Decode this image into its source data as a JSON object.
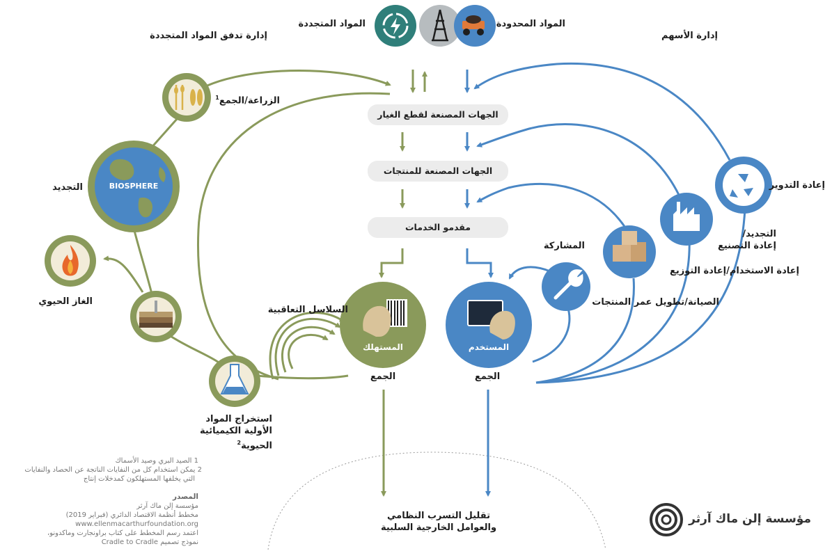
{
  "colors": {
    "green": "#8a9a5b",
    "blue": "#4a87c5",
    "teal": "#2f7f7a",
    "dark": "#1e1e1e",
    "box": "#ececec"
  },
  "top": {
    "renewables_label": "المواد المتجددة",
    "finite_label": "المواد المحدودة",
    "renewables_flow_mgmt": "إدارة تدفق المواد المتجددة",
    "stock_mgmt": "إدارة الأسهم"
  },
  "chain": {
    "parts_maker": "الجهات المصنعة لقطع الغيار",
    "product_maker": "الجهات المصنعة للمنتجات",
    "service_provider": "مقدمو الخدمات"
  },
  "bio": {
    "farming": "الزراعة/الجمع",
    "farming_sup": "1",
    "regeneration": "التجديد",
    "biosphere": "BIOSPHERE",
    "biogas": "الغاز الحيوي",
    "cascades": "السلاسل التعاقبية",
    "extraction_line1": "استخراج المواد",
    "extraction_line2": "الأولية الكيميائية",
    "extraction_line3": "الحيوية",
    "extraction_sup": "2",
    "consumer": "المستهلك",
    "collection": "الجمع"
  },
  "tech": {
    "recycle": "إعادة التدوير",
    "refurbish_line1": "التجديد/",
    "refurbish_line2": "إعادة التصنيع",
    "reuse": "إعادة الاستخدام/إعادة التوزيع",
    "maintain": "الصيانة/تطويل عمر المنتجات",
    "share": "المشاركة",
    "user": "المستخدم",
    "collection": "الجمع"
  },
  "bottom": {
    "minimise_line1": "تقليل التسرب النظامي",
    "minimise_line2": "والعوامل الخارجية السلبية"
  },
  "notes": {
    "n1": "1 الصيد البري وصيد الأسماك",
    "n2a": "2 يمكن استخدام كل من النفايات الناتجة عن الحصاد والنفايات",
    "n2b": "التي يخلفها المستهلكون كمدخلات إنتاج",
    "source_title": "المصدر",
    "s1": "مؤسسة إلن ماك آرثر",
    "s2": "مخطط أنظمة الاقتصاد الدائري (فبراير 2019)",
    "s3": "www.ellenmacarthurfoundation.org",
    "s4": "اعتمد رسم المخطط على كتاب براونجارت وماكدونو،",
    "s5": "نموذج تصميم Cradle to Cradle"
  },
  "logo": {
    "name": "مؤسسة إلن ماك آرثر"
  }
}
